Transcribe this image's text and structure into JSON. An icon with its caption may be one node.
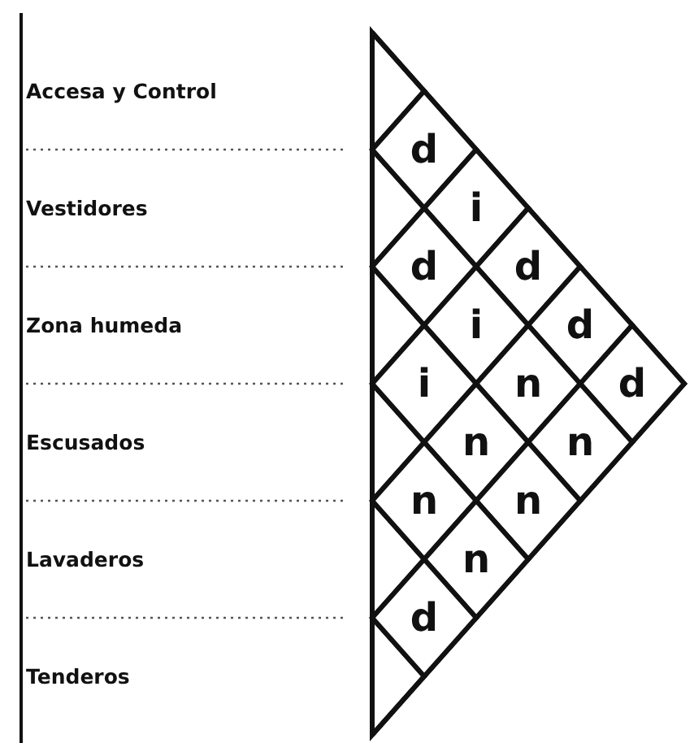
{
  "diagram": {
    "nodes": [
      {
        "text": [
          "d"
        ]
      },
      {
        "text": [
          "i"
        ]
      },
      {
        "text": [
          "d"
        ]
      },
      {
        "text": [
          "d"
        ]
      },
      {
        "text": [
          "i"
        ]
      },
      {
        "text": [
          "d"
        ]
      },
      {
        "text": [
          "i"
        ]
      },
      {
        "text": [
          "n"
        ]
      },
      {
        "text": [
          "d"
        ]
      },
      {
        "text": [
          "n"
        ]
      },
      {
        "text": [
          "n"
        ]
      },
      {
        "text": [
          "n"
        ]
      },
      {
        "text": [
          "n"
        ]
      },
      {
        "text": [
          "n"
        ]
      },
      {
        "text": [
          "d"
        ]
      }
    ],
    "labels": [
      "Accesa y Control",
      "Vestidores",
      "Zona humeda",
      "Escusados",
      "Lavaderos",
      "Tenderos"
    ]
  }
}
